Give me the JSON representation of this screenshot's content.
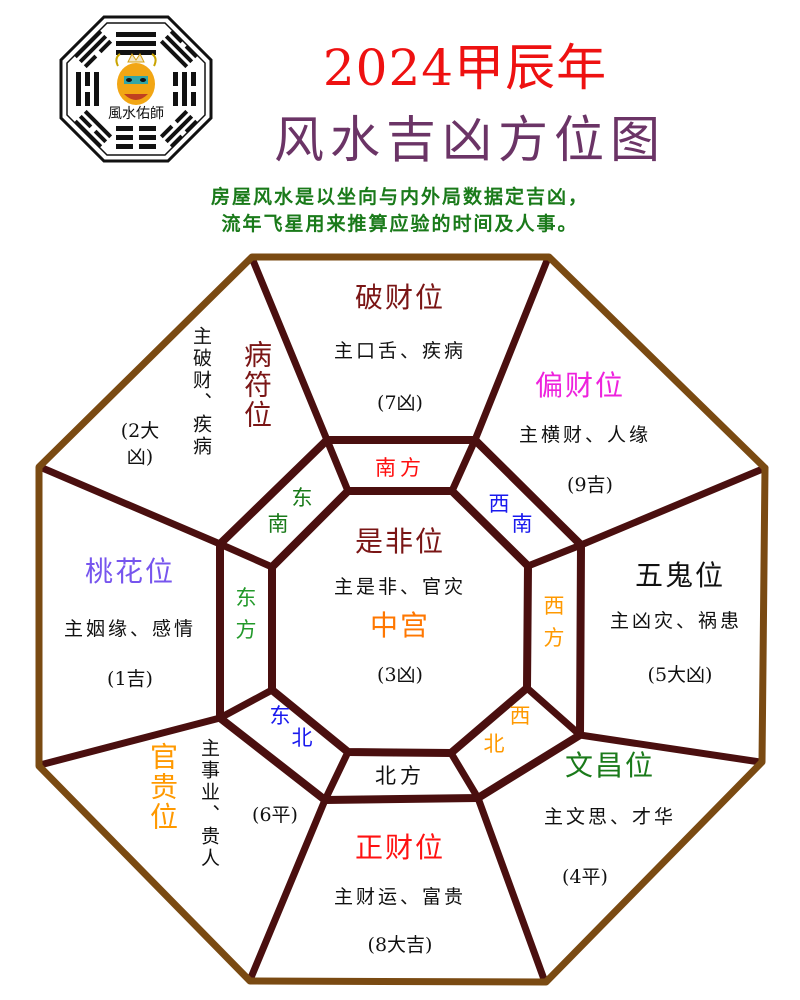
{
  "header": {
    "title_line1": "2024甲辰年",
    "title_line2": "风水吉凶方位图",
    "subtitle_line1": "房屋风水是以坐向与内外局数据定吉凶，",
    "subtitle_line2": "流年飞星用来推算应验的时间及人事。",
    "logo_text": "風水佑師",
    "colors": {
      "title1": "#ee1111",
      "title2": "#6b3466",
      "subtitle": "#1a7a1a"
    }
  },
  "diagram": {
    "outer_border_color": "#7a4a12",
    "inner_line_color": "#4a0f0f",
    "center": {
      "name": "是非位",
      "desc": "主是非、官灾",
      "palace": "中宫",
      "rating": "(3凶)",
      "name_color": "#7a1515",
      "palace_color": "#ff7700"
    },
    "directions": {
      "south": {
        "label": "南方",
        "color": "#ff1111"
      },
      "southwest": {
        "label_a": "西",
        "label_b": "南",
        "color": "#1a1aee"
      },
      "west": {
        "label_a": "西",
        "label_b": "方",
        "color": "#ff9900"
      },
      "northwest": {
        "label_a": "西",
        "label_b": "北",
        "color": "#ff9900"
      },
      "north": {
        "label": "北方",
        "color": "#111111"
      },
      "northeast": {
        "label_a": "东",
        "label_b": "北",
        "color": "#1a1aee"
      },
      "east": {
        "label_a": "东",
        "label_b": "方",
        "color": "#22992a"
      },
      "southeast": {
        "label_a": "东",
        "label_b": "南",
        "color": "#1a7a1a"
      }
    },
    "sectors": {
      "south": {
        "name": "破财位",
        "desc": "主口舌、疾病",
        "rating": "(7凶)",
        "color": "#7a1515"
      },
      "southwest": {
        "name": "偏财位",
        "desc": "主横财、人缘",
        "rating": "(9吉)",
        "color": "#ee22dd"
      },
      "west": {
        "name": "五鬼位",
        "desc": "主凶灾、祸患",
        "rating": "(5大凶)",
        "color": "#111111"
      },
      "northwest": {
        "name": "文昌位",
        "desc": "主文思、才华",
        "rating": "(4平)",
        "color": "#1a7a1a"
      },
      "north": {
        "name": "正财位",
        "desc": "主财运、富贵",
        "rating": "(8大吉)",
        "color": "#ff1111"
      },
      "northeast": {
        "name": "官贵位",
        "desc": "主事业、贵人",
        "rating": "(6平)",
        "color": "#ff9900"
      },
      "east": {
        "name": "桃花位",
        "desc": "主姻缘、感情",
        "rating": "(1吉)",
        "color": "#7755ee"
      },
      "southeast": {
        "name": "病符位",
        "desc": "主破财、疾病",
        "rating": "(2大凶)",
        "color": "#7a1515"
      }
    }
  }
}
